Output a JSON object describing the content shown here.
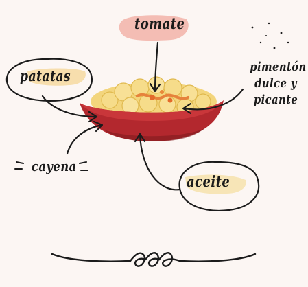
{
  "labels": {
    "tomate": "tomate",
    "patatas": "patatas",
    "pimenton_line1": "pimentón",
    "pimenton_line2": "dulce y",
    "pimenton_line3": "picante",
    "cayena": "cayena",
    "aceite": "aceite"
  },
  "colors": {
    "background": "#fcf6f3",
    "bowl": "#b3282e",
    "bowl_shadow": "#7e1a1e",
    "potato": "#f6dc8a",
    "tomato_highlight": "#f2b3a8",
    "potato_highlight": "#f6d9a0",
    "ink": "#1b1b1b"
  },
  "icons": [
    "bowl-illustration",
    "flourish-divider"
  ]
}
